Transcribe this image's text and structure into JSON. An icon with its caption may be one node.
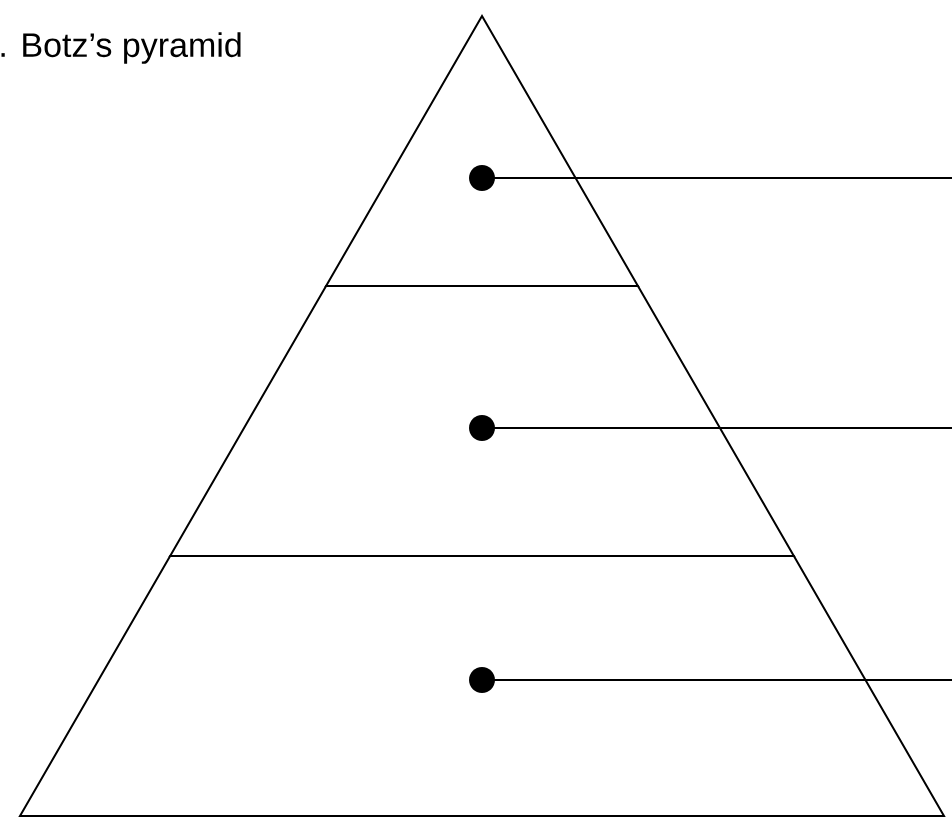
{
  "diagram": {
    "title": ". Botz’s pyramid",
    "nodes": [
      {
        "text": [],
        "shape": "triangle"
      },
      {
        "text": [],
        "shape": "trapezoid"
      },
      {
        "text": [],
        "shape": "trapezoid"
      },
      {
        "text": [],
        "shape": "circle",
        "in": 0
      },
      {
        "text": [],
        "shape": "circle",
        "in": 1
      },
      {
        "text": [],
        "shape": "circle",
        "in": 2
      }
    ],
    "edges": [
      {
        "from": 3,
        "to": null,
        "arrow": "none"
      },
      {
        "from": 4,
        "to": null,
        "arrow": "none"
      },
      {
        "from": 5,
        "to": null,
        "arrow": "none"
      }
    ]
  }
}
